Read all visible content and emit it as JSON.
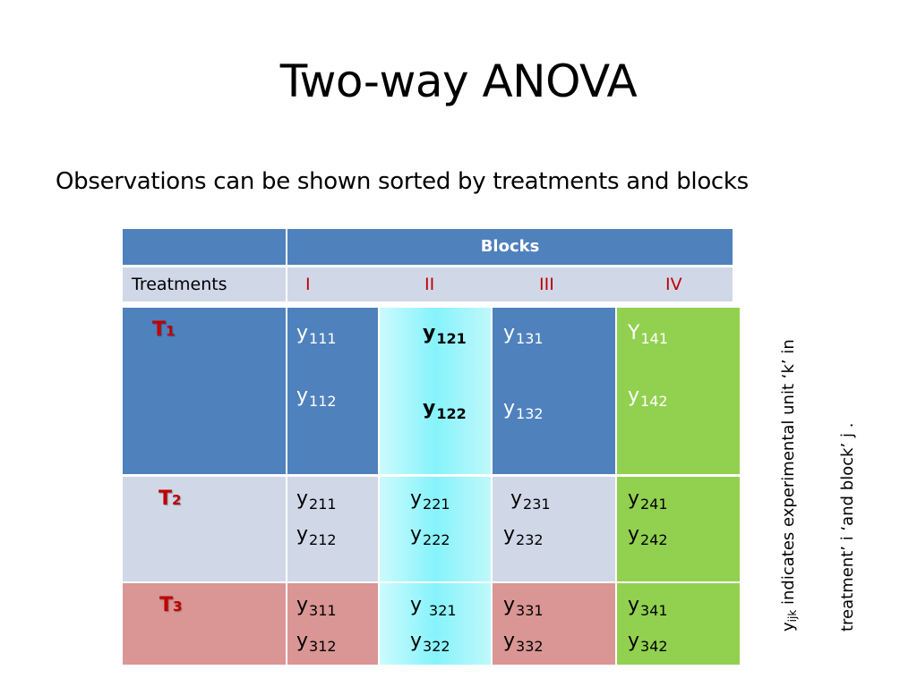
{
  "title": "Two-way ANOVA",
  "subtitle": "Observations can be shown sorted by treatments and blocks",
  "table": {
    "blocks_header": "Blocks",
    "treatments_header": "Treatments",
    "block_labels": [
      "I",
      "II",
      "III",
      "IV"
    ],
    "rows": [
      {
        "label": "T",
        "label_sub": "1",
        "cells": [
          [
            {
              "b": "y",
              "s": "111"
            },
            {
              "b": "y",
              "s": "112"
            }
          ],
          [
            {
              "b": "y",
              "s": "121"
            },
            {
              "b": "y",
              "s": "122"
            }
          ],
          [
            {
              "b": "y",
              "s": "131"
            },
            {
              "b": "y",
              "s": "132"
            }
          ],
          [
            {
              "b": "Y",
              "s": "141"
            },
            {
              "b": "y",
              "s": "142"
            }
          ]
        ]
      },
      {
        "label": "T",
        "label_sub": "2",
        "cells": [
          [
            {
              "b": "y",
              "s": "211"
            },
            {
              "b": "y",
              "s": "212"
            }
          ],
          [
            {
              "b": "y",
              "s": "221"
            },
            {
              "b": "y",
              "s": "222"
            }
          ],
          [
            {
              "b": "y",
              "s": "231"
            },
            {
              "b": "y",
              "s": "232"
            }
          ],
          [
            {
              "b": "y",
              "s": "241"
            },
            {
              "b": "y",
              "s": "242"
            }
          ]
        ]
      },
      {
        "label": "T",
        "label_sub": "3",
        "cells": [
          [
            {
              "b": "y",
              "s": "311"
            },
            {
              "b": "y",
              "s": "312"
            }
          ],
          [
            {
              "b": "y ",
              "s": "321"
            },
            {
              "b": "y",
              "s": "322"
            }
          ],
          [
            {
              "b": "y",
              "s": "331"
            },
            {
              "b": "y",
              "s": "332"
            }
          ],
          [
            {
              "b": "y",
              "s": "341"
            },
            {
              "b": "y",
              "s": "342"
            }
          ]
        ]
      }
    ]
  },
  "note": {
    "line1_base": "y",
    "line1_sub": "ijk",
    "line1_rest": " indicates experimental unit ‘k’ in",
    "line2": "treatment’ i ‘and block’ j ."
  },
  "colors": {
    "header_blue": "#4f81bd",
    "header_lavender": "#d0d8e8",
    "block_green": "#92d050",
    "row3_rose": "#d99694",
    "label_red": "#c00000",
    "cyan_column": "#86f3fb"
  }
}
